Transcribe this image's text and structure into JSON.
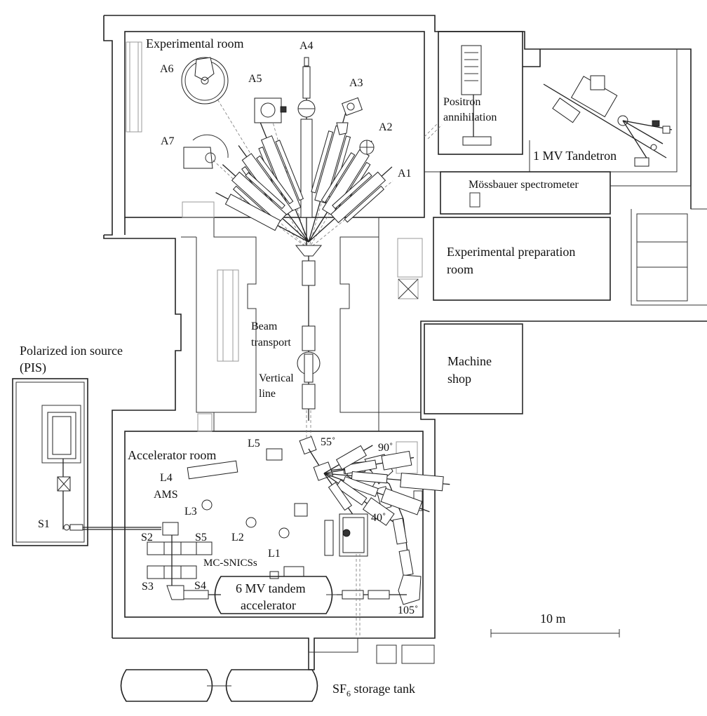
{
  "rooms": {
    "experimental_room": "Experimental  room",
    "accelerator_room": "Accelerator  room",
    "positron_line1": "Positron",
    "positron_line2": "annihilation",
    "tandetron": "1 MV Tandetron",
    "mossbauer": "Mössbauer spectrometer",
    "prep_line1": "Experimental  preparation",
    "prep_line2": "room",
    "machine_line1": "Machine",
    "machine_line2": "shop",
    "pis_line1": "Polarized ion source",
    "pis_line2": "(PIS)",
    "beam_line1": "Beam",
    "beam_line2": "transport",
    "vertical_line1": "Vertical",
    "vertical_line2": "line",
    "tandem_line1": "6 MV tandem",
    "tandem_line2": "accelerator",
    "sf6_prefix": "SF",
    "sf6_sub": "6",
    "sf6_suffix": " storage tank"
  },
  "beamlines": {
    "A1": "A1",
    "A2": "A2",
    "A3": "A3",
    "A4": "A4",
    "A5": "A5",
    "A6": "A6",
    "A7": "A7",
    "L1": "L1",
    "L2": "L2",
    "L3": "L3",
    "L4": "L4",
    "L5": "L5",
    "AMS": "AMS",
    "S1": "S1",
    "S2": "S2",
    "S3": "S3",
    "S4": "S4",
    "S5": "S5",
    "mc_snics": "MC-SNICSs"
  },
  "angles": {
    "a55": "55˚",
    "a90": "90˚",
    "a40": "40˚",
    "a105": "105˚"
  },
  "scale": {
    "label": "10 m"
  }
}
